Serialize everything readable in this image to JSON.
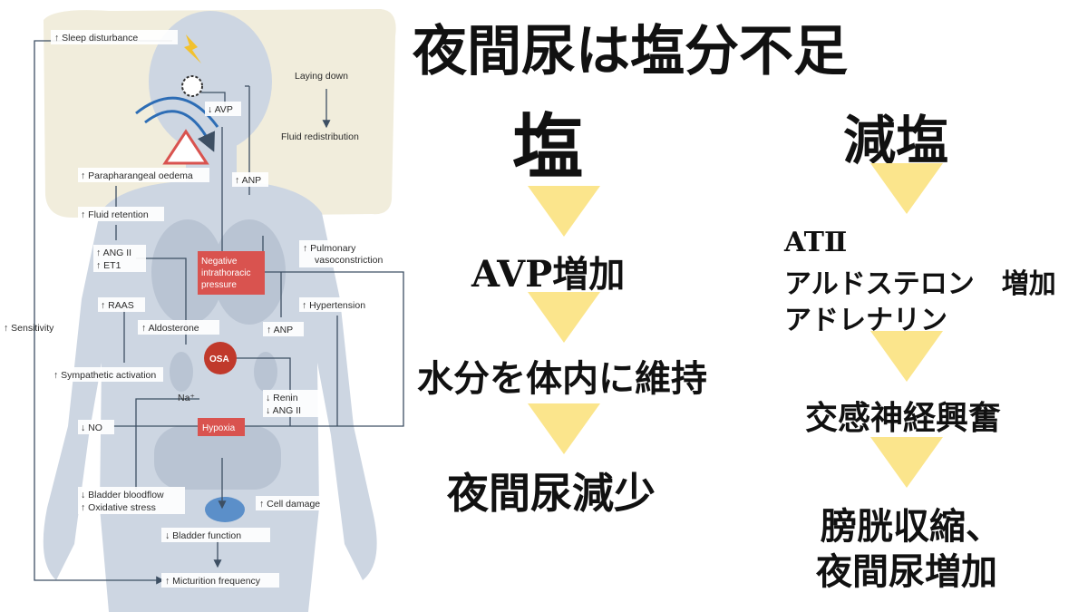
{
  "title": "夜間尿は塩分不足",
  "left_column": {
    "heading": "塩",
    "steps": [
      "AVP増加",
      "水分を体内に維持",
      "夜間尿減少"
    ]
  },
  "right_column": {
    "heading": "減塩",
    "steps": [
      "ATⅡ",
      "アルドステロン　増加",
      "アドレナリン",
      "交感神経興奮",
      "膀胱収縮、",
      "夜間尿増加"
    ]
  },
  "diagram": {
    "sleep_disturbance": "↑ Sleep disturbance",
    "laying_down": "Laying down",
    "fluid_redistribution": "Fluid redistribution",
    "avp": "↓ AVP",
    "anp_top": "↑ ANP",
    "parapharangeal": "↑ Parapharangeal oedema",
    "fluid_retention": "↑ Fluid retention",
    "ang_ii": "↑ ANG II",
    "et1": "↑ ET1",
    "negative_1": "Negative",
    "negative_2": "intrathoracic",
    "negative_3": "pressure",
    "pulmonary_1": "↑ Pulmonary",
    "pulmonary_2": "vasoconstriction",
    "raas": "↑ RAAS",
    "hypertension": "↑ Hypertension",
    "sensitivity": "↑ Sensitivity",
    "aldosterone": "↑ Aldosterone",
    "anp_mid": "↑ ANP",
    "osa": "OSA",
    "sympathetic": "↑ Sympathetic activation",
    "na": "Na⁺",
    "renin": "↓ Renin",
    "ang_ii_down": "↓ ANG II",
    "no": "↓ NO",
    "hypoxia": "Hypoxia",
    "bladder_bloodflow": "↓ Bladder bloodflow",
    "oxidative_stress": "↑ Oxidative stress",
    "cell_damage": "↑ Cell damage",
    "bladder_function": "↓ Bladder function",
    "micturition": "↑ Micturition frequency"
  },
  "colors": {
    "arrow_triangle": "#fbe58c",
    "body_fill": "#cdd6e2",
    "pillow": "#f1eddc",
    "red_box": "#d9534f",
    "osa_circle": "#c0392b",
    "line": "#3d4f63"
  }
}
